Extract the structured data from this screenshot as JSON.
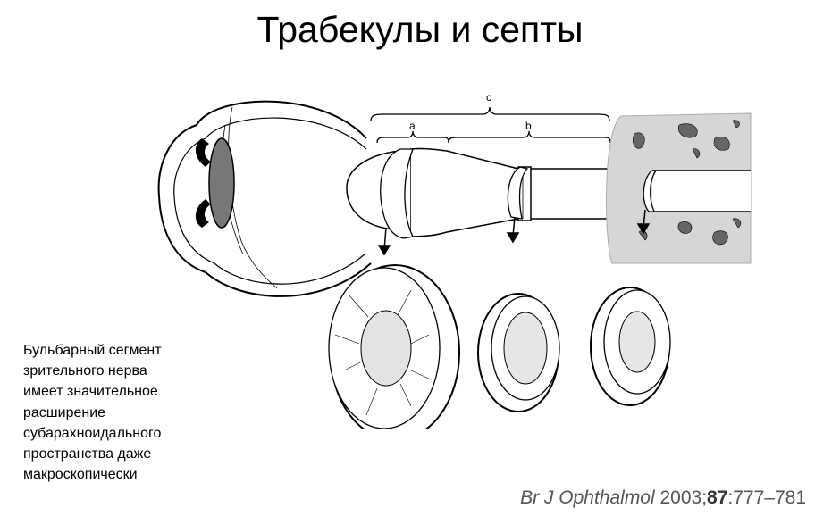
{
  "title": "Трабекулы и септы",
  "diagram": {
    "labels": {
      "a": "a",
      "b": "b",
      "c": "c"
    }
  },
  "caption": {
    "lines": [
      "Бульбарный сегмент",
      "зрительного нерва",
      "имеет значительное",
      "расширение",
      "субарахноидального",
      "пространства даже",
      "макроскопически"
    ]
  },
  "citation": {
    "journal": "Br J Ophthalmol",
    "year": " 2003;",
    "volume": "87",
    "pages": ":777–781"
  }
}
